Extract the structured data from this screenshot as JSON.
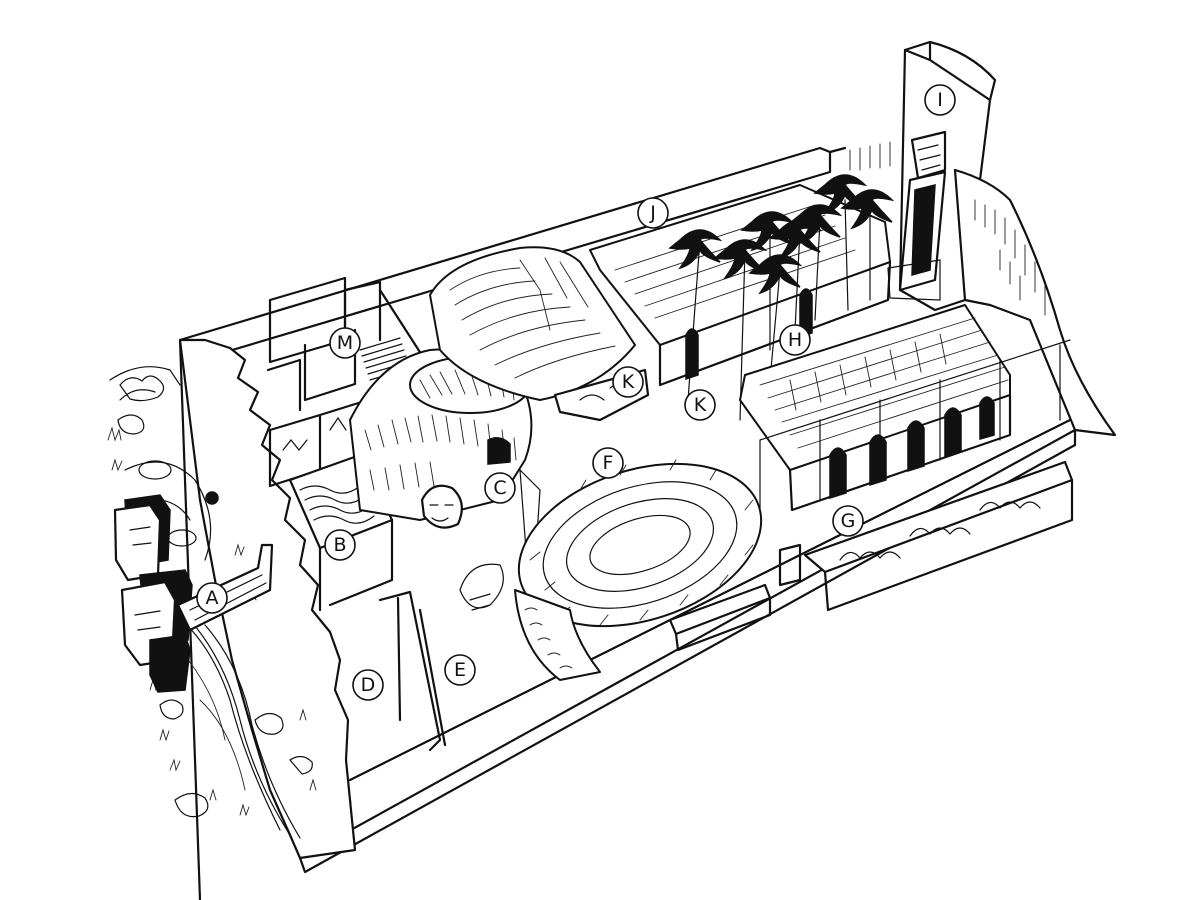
{
  "markers": [
    {
      "id": "A",
      "label": "A"
    },
    {
      "id": "B",
      "label": "B"
    },
    {
      "id": "C",
      "label": "C"
    },
    {
      "id": "D",
      "label": "D"
    },
    {
      "id": "E",
      "label": "E"
    },
    {
      "id": "F",
      "label": "F"
    },
    {
      "id": "G",
      "label": "G"
    },
    {
      "id": "H",
      "label": "H"
    },
    {
      "id": "I",
      "label": "I"
    },
    {
      "id": "J",
      "label": "J"
    },
    {
      "id": "K1",
      "label": "K"
    },
    {
      "id": "K2",
      "label": "K"
    },
    {
      "id": "M",
      "label": "M"
    }
  ],
  "colors": {
    "ink": "#111111",
    "paper": "#ffffff"
  }
}
